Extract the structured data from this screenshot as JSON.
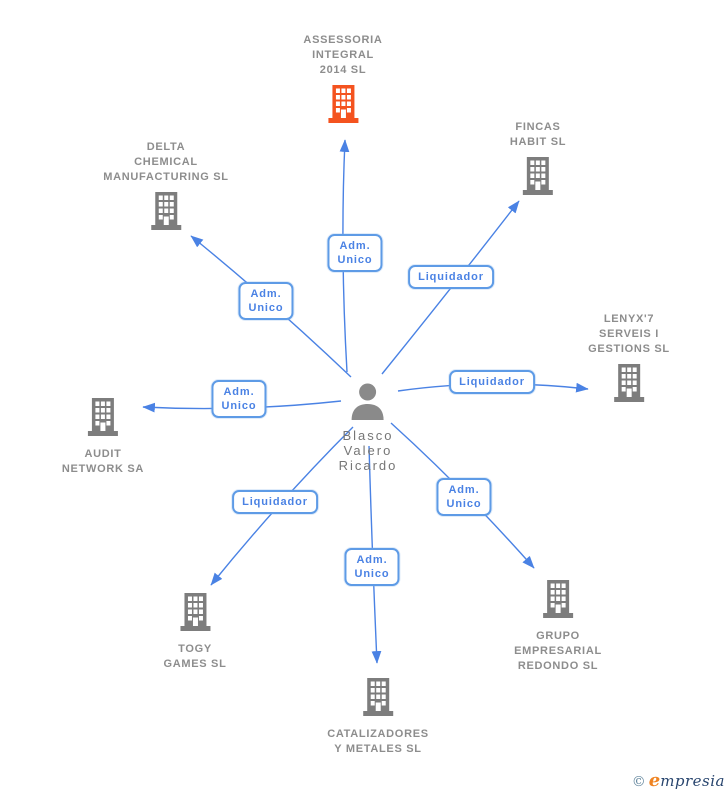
{
  "center_person": {
    "name_lines": [
      "Blasco",
      "Valero",
      "Ricardo"
    ]
  },
  "companies": [
    {
      "name": "ASSESSORIA INTEGRAL 2014 SL",
      "lines": [
        "ASSESSORIA",
        "INTEGRAL",
        "2014 SL"
      ],
      "highlighted": true
    },
    {
      "name": "FINCAS HABIT SL",
      "lines": [
        "FINCAS",
        "HABIT SL"
      ],
      "highlighted": false
    },
    {
      "name": "DELTA CHEMICAL MANUFACTURING SL",
      "lines": [
        "DELTA",
        "CHEMICAL",
        "MANUFACTURING SL"
      ],
      "highlighted": false
    },
    {
      "name": "LENYX'7 SERVEIS I GESTIONS SL",
      "lines": [
        "LENYX'7",
        "SERVEIS I",
        "GESTIONS SL"
      ],
      "highlighted": false
    },
    {
      "name": "AUDIT NETWORK SA",
      "lines": [
        "AUDIT",
        "NETWORK SA"
      ],
      "highlighted": false
    },
    {
      "name": "TOGY GAMES SL",
      "lines": [
        "TOGY",
        "GAMES SL"
      ],
      "highlighted": false
    },
    {
      "name": "GRUPO EMPRESARIAL REDONDO SL",
      "lines": [
        "GRUPO",
        "EMPRESARIAL",
        "REDONDO SL"
      ],
      "highlighted": false
    },
    {
      "name": "CATALIZADORES Y METALES SL",
      "lines": [
        "CATALIZADORES",
        "Y METALES SL"
      ],
      "highlighted": false
    }
  ],
  "edges": [
    {
      "to": "ASSESSORIA INTEGRAL 2014 SL",
      "label_lines": [
        "Adm.",
        "Unico"
      ]
    },
    {
      "to": "FINCAS HABIT SL",
      "label_lines": [
        "Liquidador"
      ]
    },
    {
      "to": "DELTA CHEMICAL MANUFACTURING SL",
      "label_lines": [
        "Adm.",
        "Unico"
      ]
    },
    {
      "to": "LENYX'7 SERVEIS I GESTIONS SL",
      "label_lines": [
        "Liquidador"
      ]
    },
    {
      "to": "AUDIT NETWORK SA",
      "label_lines": [
        "Adm.",
        "Unico"
      ]
    },
    {
      "to": "TOGY GAMES SL",
      "label_lines": [
        "Liquidador"
      ]
    },
    {
      "to": "GRUPO EMPRESARIAL REDONDO SL",
      "label_lines": [
        "Adm.",
        "Unico"
      ]
    },
    {
      "to": "CATALIZADORES Y METALES SL",
      "label_lines": [
        "Adm.",
        "Unico"
      ]
    }
  ],
  "watermark": {
    "copyright": "©",
    "brand_first": "e",
    "brand_rest": "mpresia"
  },
  "colors": {
    "edge_blue": "#4a82e4",
    "label_border_blue": "#5e9be6",
    "company_text_gray": "#8d8d8d",
    "building_gray": "#7d7d7d",
    "highlight_orange": "#f4531f",
    "person_gray": "#8a8a8a"
  }
}
